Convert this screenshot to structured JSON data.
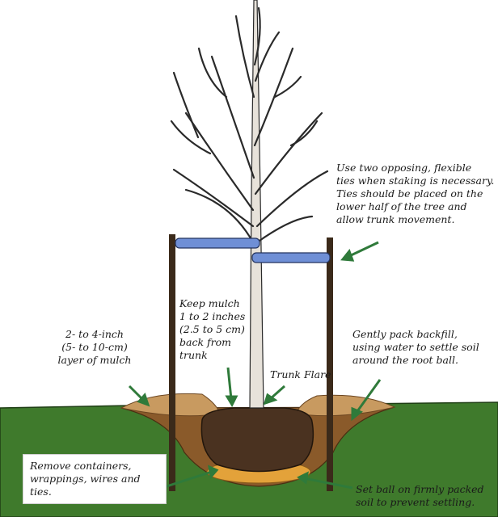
{
  "labels": {
    "ties": "Use two opposing, flexible\nties when staking is necessary.\nTies should be placed on the\nlower half of the tree and\nallow trunk movement.",
    "mulch_gap": "Keep mulch\n1 to 2 inches\n(2.5 to 5 cm)\nback from\ntrunk",
    "mulch_depth": "2- to 4-inch\n(5- to 10-cm)\nlayer of mulch",
    "backfill": "Gently pack backfill,\nusing water to settle soil\naround the root ball.",
    "trunk_flare": "Trunk Flare",
    "remove": "Remove containers,\nwrappings, wires and ties.",
    "set_ball": "Set ball on firmly packed\nsoil to prevent settling."
  },
  "colors": {
    "grass": "#3f7a2c",
    "soil": "#8a5a2a",
    "mulch": "#c89a60",
    "rootball": "#4a3220",
    "packed_soil": "#e3a23a",
    "ties": "#6f8fd6",
    "stakes": "#3b2a1a",
    "arrows": "#2f7a3a",
    "trunk": "#e7e2da"
  }
}
